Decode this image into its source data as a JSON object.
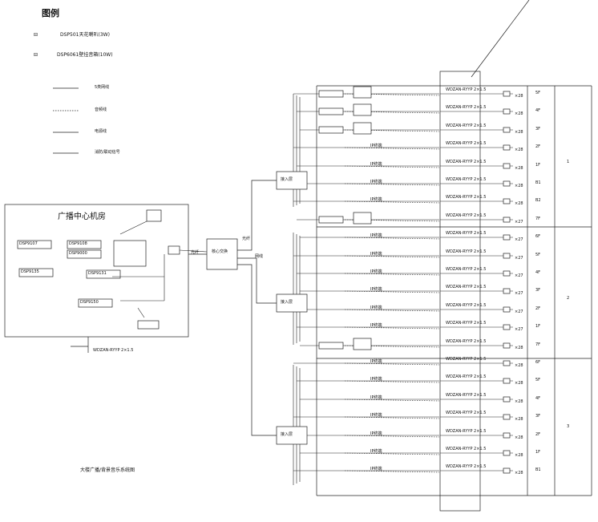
{
  "legend": {
    "title": "图例",
    "speakers": [
      {
        "symbol": "speaker-3w-icon",
        "label": "DSP501天花喇叭(3W)"
      },
      {
        "symbol": "speaker-10w-icon",
        "label": "DSP6061壁挂音箱(10W)"
      }
    ],
    "lines": [
      {
        "style": "solid",
        "label": "5类网线"
      },
      {
        "style": "dashed",
        "label": "音频线"
      },
      {
        "style": "solid",
        "label": "电源线"
      },
      {
        "style": "solid",
        "label": "消防/联动信号"
      }
    ]
  },
  "room": {
    "title": "广播中心机房",
    "bottom_cable": "WDZAN-RYYP 2×1.5",
    "devices": [
      {
        "name": "rack-unit-top",
        "label": "DSP9107"
      },
      {
        "name": "rack-unit-2",
        "label": "DSP9108"
      },
      {
        "name": "server-unit",
        "label": "DSP9000"
      },
      {
        "name": "controller-unit",
        "label": "DSP9131"
      },
      {
        "name": "amp-unit-a",
        "label": "DSP9150"
      },
      {
        "name": "amp-unit-b",
        "label": "DSP9135"
      }
    ]
  },
  "center_switch": {
    "label": "核心交换"
  },
  "links": {
    "main": "光纤",
    "mid": "光纤",
    "net": "网线"
  },
  "switches": [
    {
      "label": "接入层"
    },
    {
      "label": "接入层"
    },
    {
      "label": "接入层"
    }
  ],
  "rows": [
    {
      "code": "",
      "cable": "WDZAN-RYYP 2×1.5",
      "count": "×28",
      "floor": "5F"
    },
    {
      "code": "",
      "cable": "WDZAN-RYYP 2×1.5",
      "count": "×28",
      "floor": "4F"
    },
    {
      "code": "",
      "cable": "WDZAN-RYYP 2×1.5",
      "count": "×28",
      "floor": "3F"
    },
    {
      "code": "IP终端",
      "cable": "WDZAN-RYYP 2×1.5",
      "count": "×28",
      "floor": "2F"
    },
    {
      "code": "IP终端",
      "cable": "WDZAN-RYYP 2×1.5",
      "count": "×28",
      "floor": "1F"
    },
    {
      "code": "IP终端",
      "cable": "WDZAN-RYYP 2×1.5",
      "count": "×28",
      "floor": "B1"
    },
    {
      "code": "IP终端",
      "cable": "WDZAN-RYYP 2×1.5",
      "count": "×28",
      "floor": "B2"
    },
    {
      "code": "",
      "cable": "WDZAN-RYYP 2×1.5",
      "count": "×27",
      "floor": "7F"
    },
    {
      "code": "IP终端",
      "cable": "WDZAN-RYYP 2×1.5",
      "count": "×27",
      "floor": "6F"
    },
    {
      "code": "IP终端",
      "cable": "WDZAN-RYYP 2×1.5",
      "count": "×27",
      "floor": "5F"
    },
    {
      "code": "IP终端",
      "cable": "WDZAN-RYYP 2×1.5",
      "count": "×27",
      "floor": "4F"
    },
    {
      "code": "IP终端",
      "cable": "WDZAN-RYYP 2×1.5",
      "count": "×27",
      "floor": "3F"
    },
    {
      "code": "IP终端",
      "cable": "WDZAN-RYYP 2×1.5",
      "count": "×27",
      "floor": "2F"
    },
    {
      "code": "IP终端",
      "cable": "WDZAN-RYYP 2×1.5",
      "count": "×27",
      "floor": "1F"
    },
    {
      "code": "",
      "cable": "WDZAN-RYYP 2×1.5",
      "count": "×28",
      "floor": "7F"
    },
    {
      "code": "IP终端",
      "cable": "WDZAN-RYYP 2×1.5",
      "count": "×28",
      "floor": "6F"
    },
    {
      "code": "IP终端",
      "cable": "WDZAN-RYYP 2×1.5",
      "count": "×28",
      "floor": "5F"
    },
    {
      "code": "IP终端",
      "cable": "WDZAN-RYYP 2×1.5",
      "count": "×28",
      "floor": "4F"
    },
    {
      "code": "IP终端",
      "cable": "WDZAN-RYYP 2×1.5",
      "count": "×28",
      "floor": "3F"
    },
    {
      "code": "IP终端",
      "cable": "WDZAN-RYYP 2×1.5",
      "count": "×28",
      "floor": "2F"
    },
    {
      "code": "IP终端",
      "cable": "WDZAN-RYYP 2×1.5",
      "count": "×28",
      "floor": "1F"
    },
    {
      "code": "IP终端",
      "cable": "WDZAN-RYYP 2×1.5",
      "count": "×28",
      "floor": "B1"
    }
  ],
  "side_labels": [
    "1",
    "2",
    "3"
  ],
  "caption": "大楼广播/背景音乐系统图"
}
